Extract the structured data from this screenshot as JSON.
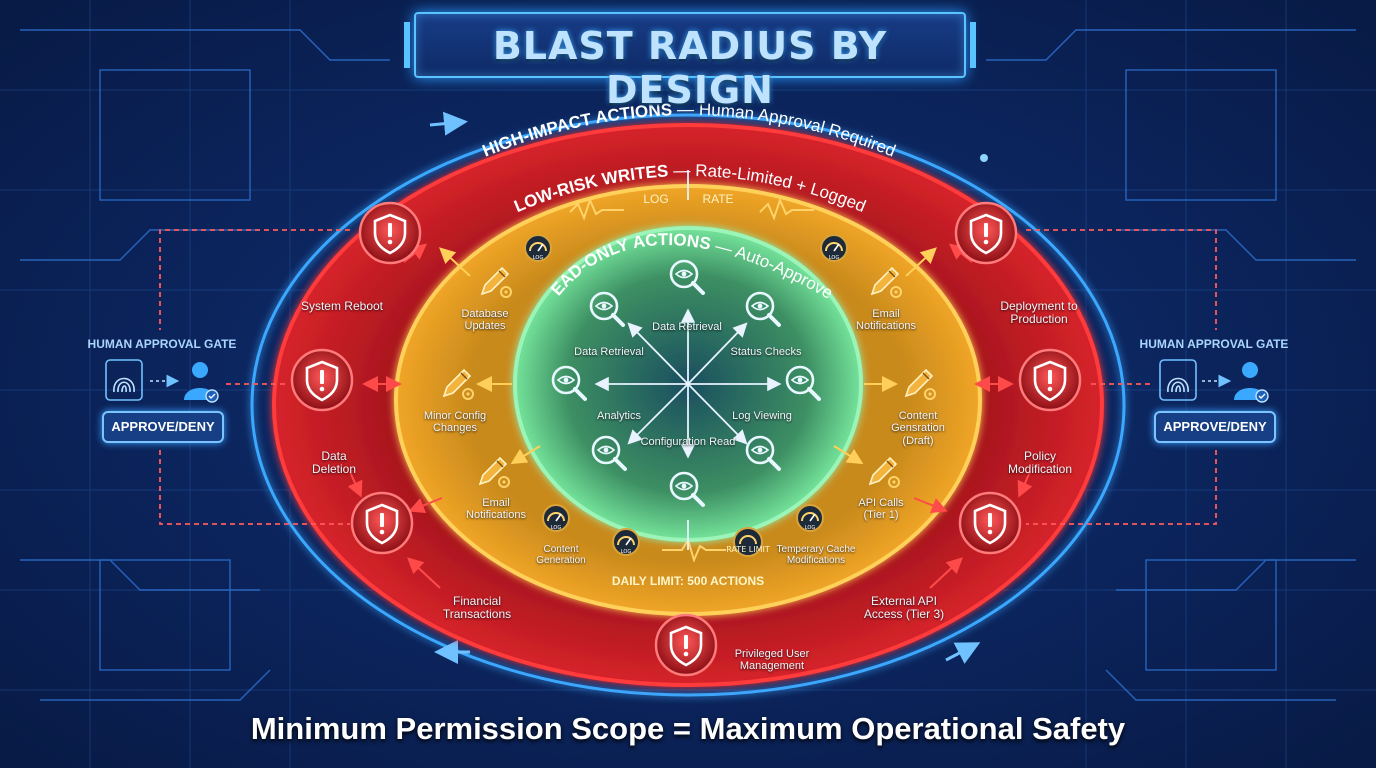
{
  "title": "BLAST RADIUS BY DESIGN",
  "caption": "Minimum Permission Scope = Maximum Operational Safety",
  "colors": {
    "outer_ring": "#d6232a",
    "middle_ring": "#f0a526",
    "inner_ring": "#4cd17e",
    "accent_blue": "#3aa8ff",
    "background": "#0c2660"
  },
  "rings": {
    "outer": {
      "title": "HIGH-IMPACT ACTIONS",
      "subtitle": "— Human Approval Required"
    },
    "middle": {
      "title": "LOW-RISK WRITES",
      "subtitle": "— Rate-Limited + Logged"
    },
    "inner": {
      "title": "READ-ONLY ACTIONS",
      "subtitle": "— Auto-Approved"
    }
  },
  "high_impact_actions": [
    {
      "label": "System Reboot",
      "icon": "shield-alert-icon"
    },
    {
      "label": "Data Deletion",
      "icon": "shield-alert-icon"
    },
    {
      "label": "Financial Transactions",
      "icon": "shield-alert-icon"
    },
    {
      "label": "Privileged User Management",
      "icon": "shield-alert-icon"
    },
    {
      "label": "External API Access (Tier 3)",
      "icon": "shield-alert-icon"
    },
    {
      "label": "Policy Modification",
      "icon": "shield-alert-icon"
    },
    {
      "label": "Deployment to Production",
      "icon": "shield-alert-icon"
    }
  ],
  "low_risk_writes": [
    {
      "label": "Database Updates",
      "icon": "pencil-gear-icon"
    },
    {
      "label": "Minor Config Changes",
      "icon": "pencil-gear-icon"
    },
    {
      "label": "Email Notifications",
      "icon": "pencil-gear-icon"
    },
    {
      "label": "Content Generation",
      "icon": "gauge-icon"
    },
    {
      "label": "Temperary Cache Modifications",
      "icon": "gauge-icon"
    },
    {
      "label": "API Calls (Tier 1)",
      "icon": "pencil-gear-icon"
    },
    {
      "label": "Content Gensration (Draft)",
      "icon": "pencil-gear-icon"
    },
    {
      "label": "Email Notifications",
      "icon": "pencil-gear-icon"
    }
  ],
  "read_only_actions": [
    {
      "label": "Data Retrieval",
      "icon": "magnifier-eye-icon"
    },
    {
      "label": "Data Retrieval",
      "icon": "magnifier-eye-icon"
    },
    {
      "label": "Status Checks",
      "icon": "magnifier-eye-icon"
    },
    {
      "label": "Log Viewing",
      "icon": "magnifier-eye-icon"
    },
    {
      "label": "Configuration Read",
      "icon": "magnifier-eye-icon"
    },
    {
      "label": "Analytics",
      "icon": "magnifier-eye-icon"
    }
  ],
  "middle_ring_tags": {
    "log": "LOG",
    "rate": "RATE",
    "rate_limit": "RATE LIMIT"
  },
  "daily_limit": "DAILY LIMIT: 500 ACTIONS",
  "gates": {
    "left": {
      "label": "HUMAN APPROVAL GATE",
      "button": "APPROVE/DENY",
      "icons": [
        "fingerprint-icon",
        "user-check-icon"
      ]
    },
    "right": {
      "label": "HUMAN APPROVAL GATE",
      "button": "APPROVE/DENY",
      "icons": [
        "fingerprint-icon",
        "user-check-icon"
      ]
    }
  }
}
